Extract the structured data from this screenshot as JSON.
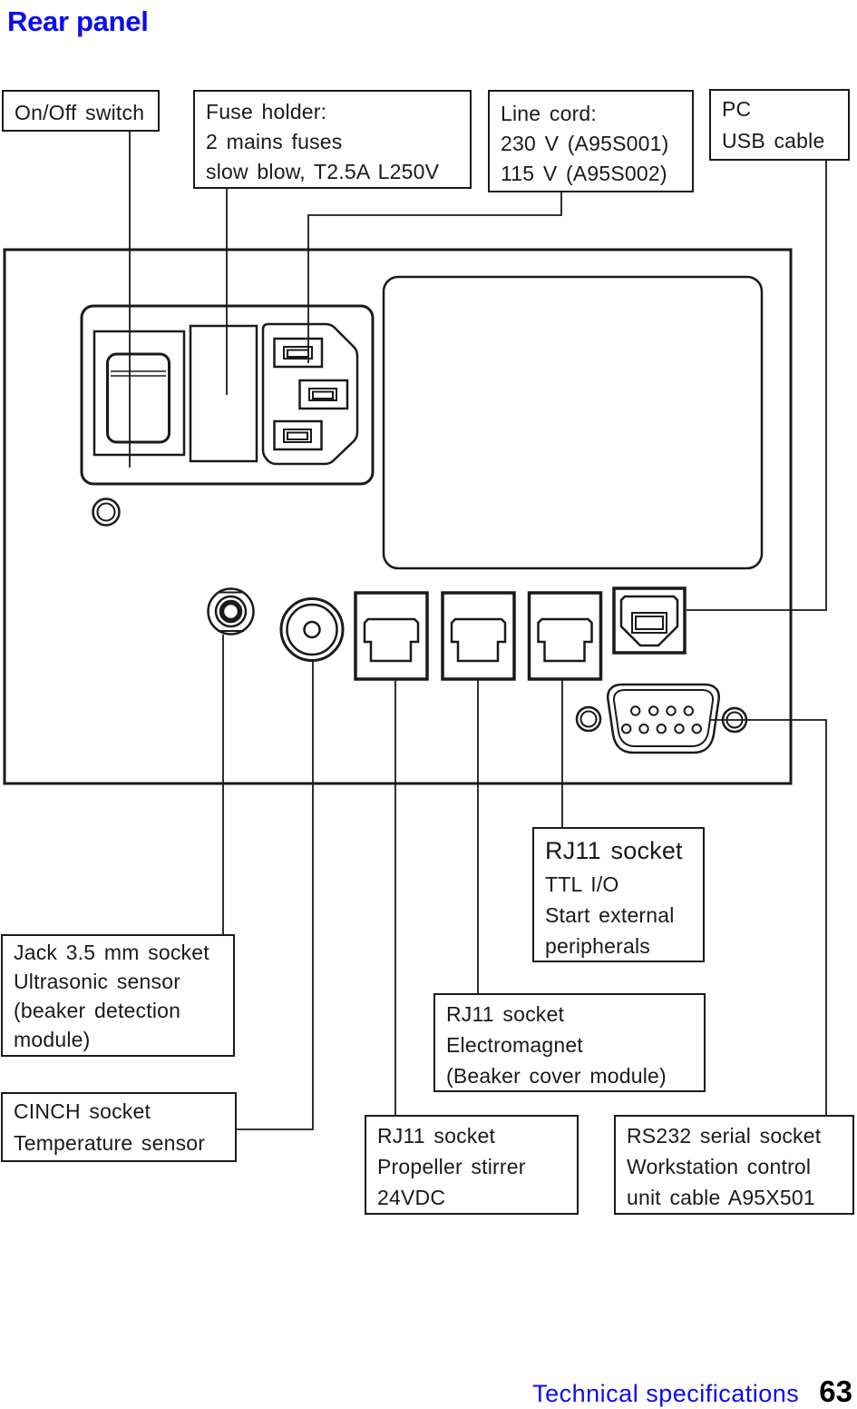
{
  "title": {
    "text": "Rear panel",
    "color": "#0b0bf0"
  },
  "callouts": {
    "on_off": {
      "lines": [
        "On/Off switch"
      ]
    },
    "fuse": {
      "lines": [
        "Fuse holder:",
        "2 mains fuses",
        "slow blow, T2.5A L250V"
      ]
    },
    "line_cord": {
      "lines": [
        "Line cord:",
        "230 V (A95S001)",
        "115 V (A95S002)"
      ]
    },
    "pc_usb": {
      "lines": [
        "PC",
        "USB cable"
      ]
    },
    "rj11_ttl": {
      "lines": [
        "RJ11 socket",
        "TTL I/O",
        "Start external",
        "peripherals"
      ]
    },
    "jack": {
      "lines": [
        "Jack 3.5 mm socket",
        "Ultrasonic  sensor",
        "(beaker  detection",
        "module)"
      ]
    },
    "rj11_electromagnet": {
      "lines": [
        "RJ11 socket",
        "Electromagnet",
        "(Beaker cover module)"
      ]
    },
    "cinch": {
      "lines": [
        "CINCH socket",
        "Temperature  sensor"
      ]
    },
    "rj11_stirrer": {
      "lines": [
        "RJ11 socket",
        "Propeller  stirrer",
        "24VDC"
      ]
    },
    "rs232": {
      "lines": [
        "RS232 serial socket",
        "Workstation control",
        "unit cable A95X501"
      ]
    }
  },
  "footer": {
    "section": "Technical specifications",
    "page": "63",
    "accent": "#0b0bf0"
  },
  "colors": {
    "ink": "#1a1a1a",
    "background": "#ffffff"
  }
}
